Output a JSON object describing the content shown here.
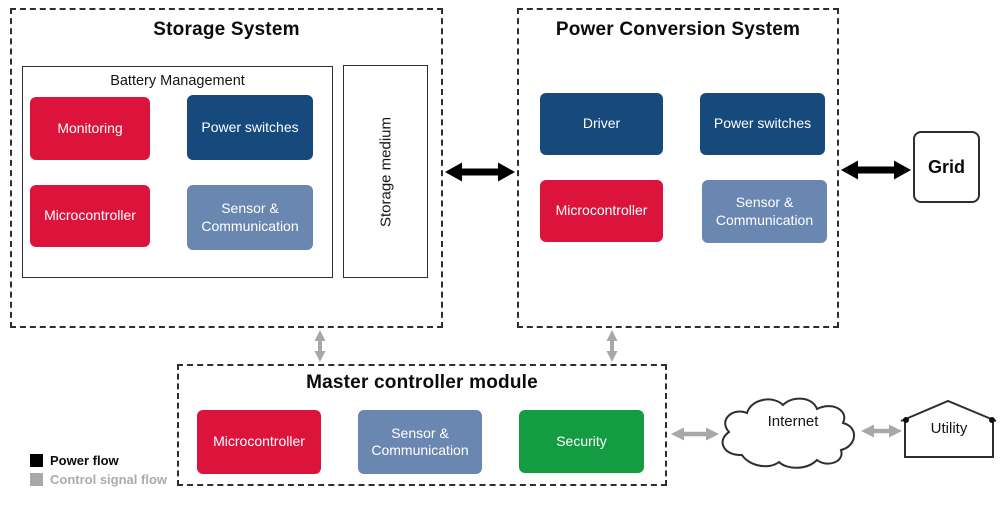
{
  "storage_system": {
    "title": "Storage System",
    "battery_management": {
      "title": "Battery Management",
      "cells": [
        {
          "label": "Monitoring",
          "color": "#DC143C"
        },
        {
          "label": "Power switches",
          "color": "#16497C"
        },
        {
          "label": "Microcontroller",
          "color": "#DC143C"
        },
        {
          "label": "Sensor & Communication",
          "color": "#6A87B2"
        }
      ]
    },
    "storage_medium_label": "Storage medium"
  },
  "power_conversion_system": {
    "title": "Power Conversion System",
    "cells": [
      {
        "label": "Driver",
        "color": "#16497C"
      },
      {
        "label": "Power switches",
        "color": "#16497C"
      },
      {
        "label": "Microcontroller",
        "color": "#DC143C"
      },
      {
        "label": "Sensor & Communication",
        "color": "#6A87B2"
      }
    ]
  },
  "master_controller_module": {
    "title": "Master controller module",
    "cells": [
      {
        "label": "Microcontroller",
        "color": "#DC143C"
      },
      {
        "label": "Sensor & Communication",
        "color": "#6A87B2"
      },
      {
        "label": "Security",
        "color": "#149C43"
      }
    ]
  },
  "grid_label": "Grid",
  "internet_label": "Internet",
  "utility_label": "Utility",
  "legend": {
    "power": {
      "label": "Power flow",
      "color": "#000000"
    },
    "control": {
      "label": "Control signal flow",
      "color": "#A8A8A8"
    }
  },
  "colors": {
    "red": "#DC143C",
    "dark_blue": "#16497C",
    "slate_blue": "#6A87B2",
    "green": "#149C43",
    "power_flow_arrow": "#000000",
    "control_flow_arrow": "#A8A8A8",
    "border": "#2E2E2E"
  }
}
